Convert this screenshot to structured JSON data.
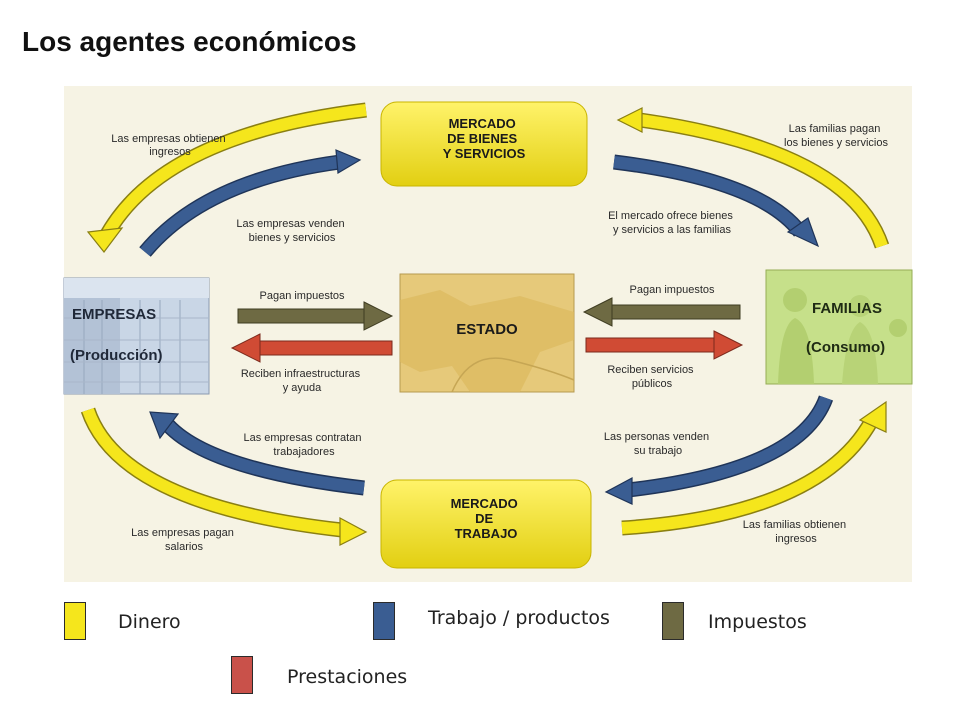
{
  "title": "Los agentes económicos",
  "colors": {
    "dinero": "#f5e61c",
    "trabajo_productos": "#3a5d92",
    "impuestos": "#6e6a43",
    "prestaciones": "#d04b34",
    "market_box": "#f2e21a"
  },
  "nodes": {
    "mercado_bienes": [
      "MERCADO",
      "DE BIENES",
      "Y SERVICIOS"
    ],
    "mercado_trabajo": [
      "MERCADO",
      "DE",
      "TRABAJO"
    ],
    "estado": "ESTADO",
    "empresas": [
      "EMPRESAS",
      "(Producción)"
    ],
    "familias": [
      "FAMILIAS",
      "(Consumo)"
    ]
  },
  "labels": {
    "empresas_ingresos": [
      "Las empresas obtienen",
      "ingresos"
    ],
    "empresas_venden": [
      "Las empresas venden",
      "bienes y servicios"
    ],
    "familias_pagan": [
      "Las familias pagan",
      "los bienes y servicios"
    ],
    "mercado_ofrece": [
      "El mercado ofrece bienes",
      "y servicios a las familias"
    ],
    "pagan_impuestos_izq": [
      "Pagan impuestos"
    ],
    "reciben_infra": [
      "Reciben infraestructuras",
      "y ayuda"
    ],
    "pagan_impuestos_der": [
      "Pagan impuestos"
    ],
    "reciben_servicios": [
      "Reciben servicios",
      "públicos"
    ],
    "empresas_contratan": [
      "Las empresas contratan",
      "trabajadores"
    ],
    "personas_venden": [
      "Las personas venden",
      "su trabajo"
    ],
    "empresas_pagan_salarios": [
      "Las empresas pagan",
      "salarios"
    ],
    "familias_obtienen": [
      "Las familias obtienen",
      "ingresos"
    ]
  },
  "legend": [
    {
      "label": "Dinero",
      "color": "#f5e61c"
    },
    {
      "label": "Trabajo / productos",
      "color": "#3a5d92"
    },
    {
      "label": "Impuestos",
      "color": "#6e6a43"
    },
    {
      "label": "Prestaciones",
      "color": "#c9514a"
    }
  ]
}
